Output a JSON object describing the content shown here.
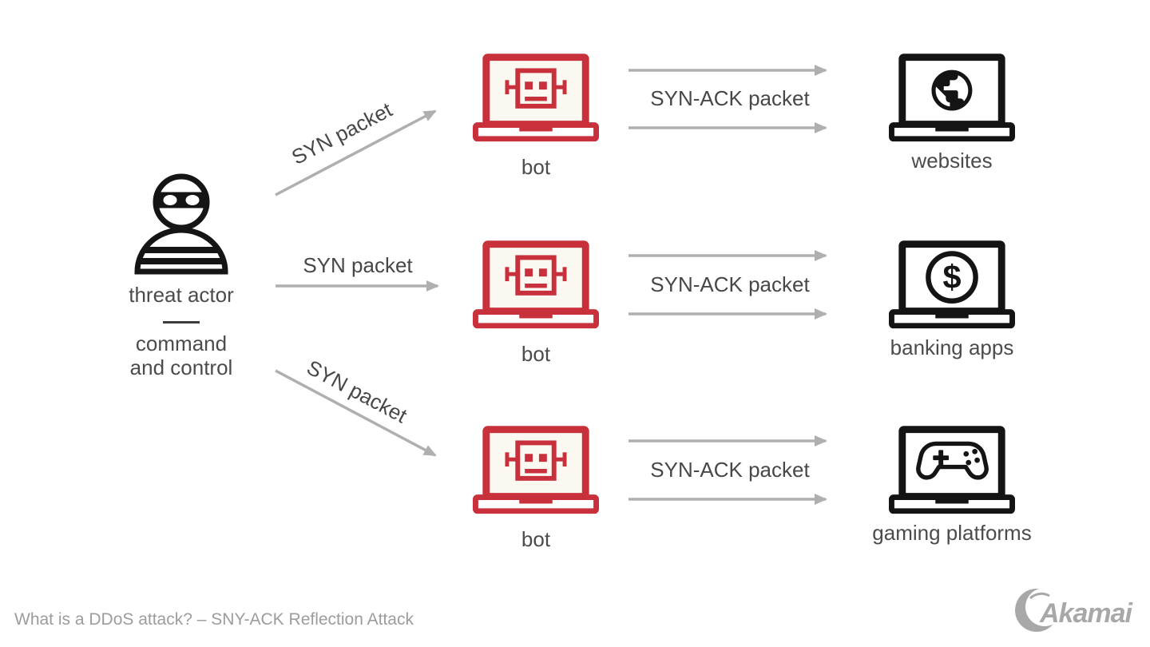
{
  "colors": {
    "bot_red": "#C8313C",
    "target_black": "#141414",
    "arrow_gray": "#AFAFAF",
    "label_gray": "#4B4B4B",
    "caption_gray": "#9C9C9C",
    "logo_gray": "#A8A8A8",
    "background": "#FFFFFF"
  },
  "threat_actor": {
    "label": "threat actor",
    "sublabel_line1": "command",
    "sublabel_line2": "and control"
  },
  "rows": [
    {
      "syn_label": "SYN packet",
      "bot_label": "bot",
      "synack_label": "SYN-ACK packet",
      "target_label": "websites",
      "target_icon": "globe-icon"
    },
    {
      "syn_label": "SYN packet",
      "bot_label": "bot",
      "synack_label": "SYN-ACK packet",
      "target_label": "banking apps",
      "target_icon": "dollar-icon"
    },
    {
      "syn_label": "SYN packet",
      "bot_label": "bot",
      "synack_label": "SYN-ACK packet",
      "target_label": "gaming platforms",
      "target_icon": "gamepad-icon"
    }
  ],
  "icons": {
    "dollar_glyph": "$"
  },
  "footer": {
    "caption": "What is a DDoS attack? – SNY-ACK Reflection Attack",
    "brand": "Akamai"
  }
}
